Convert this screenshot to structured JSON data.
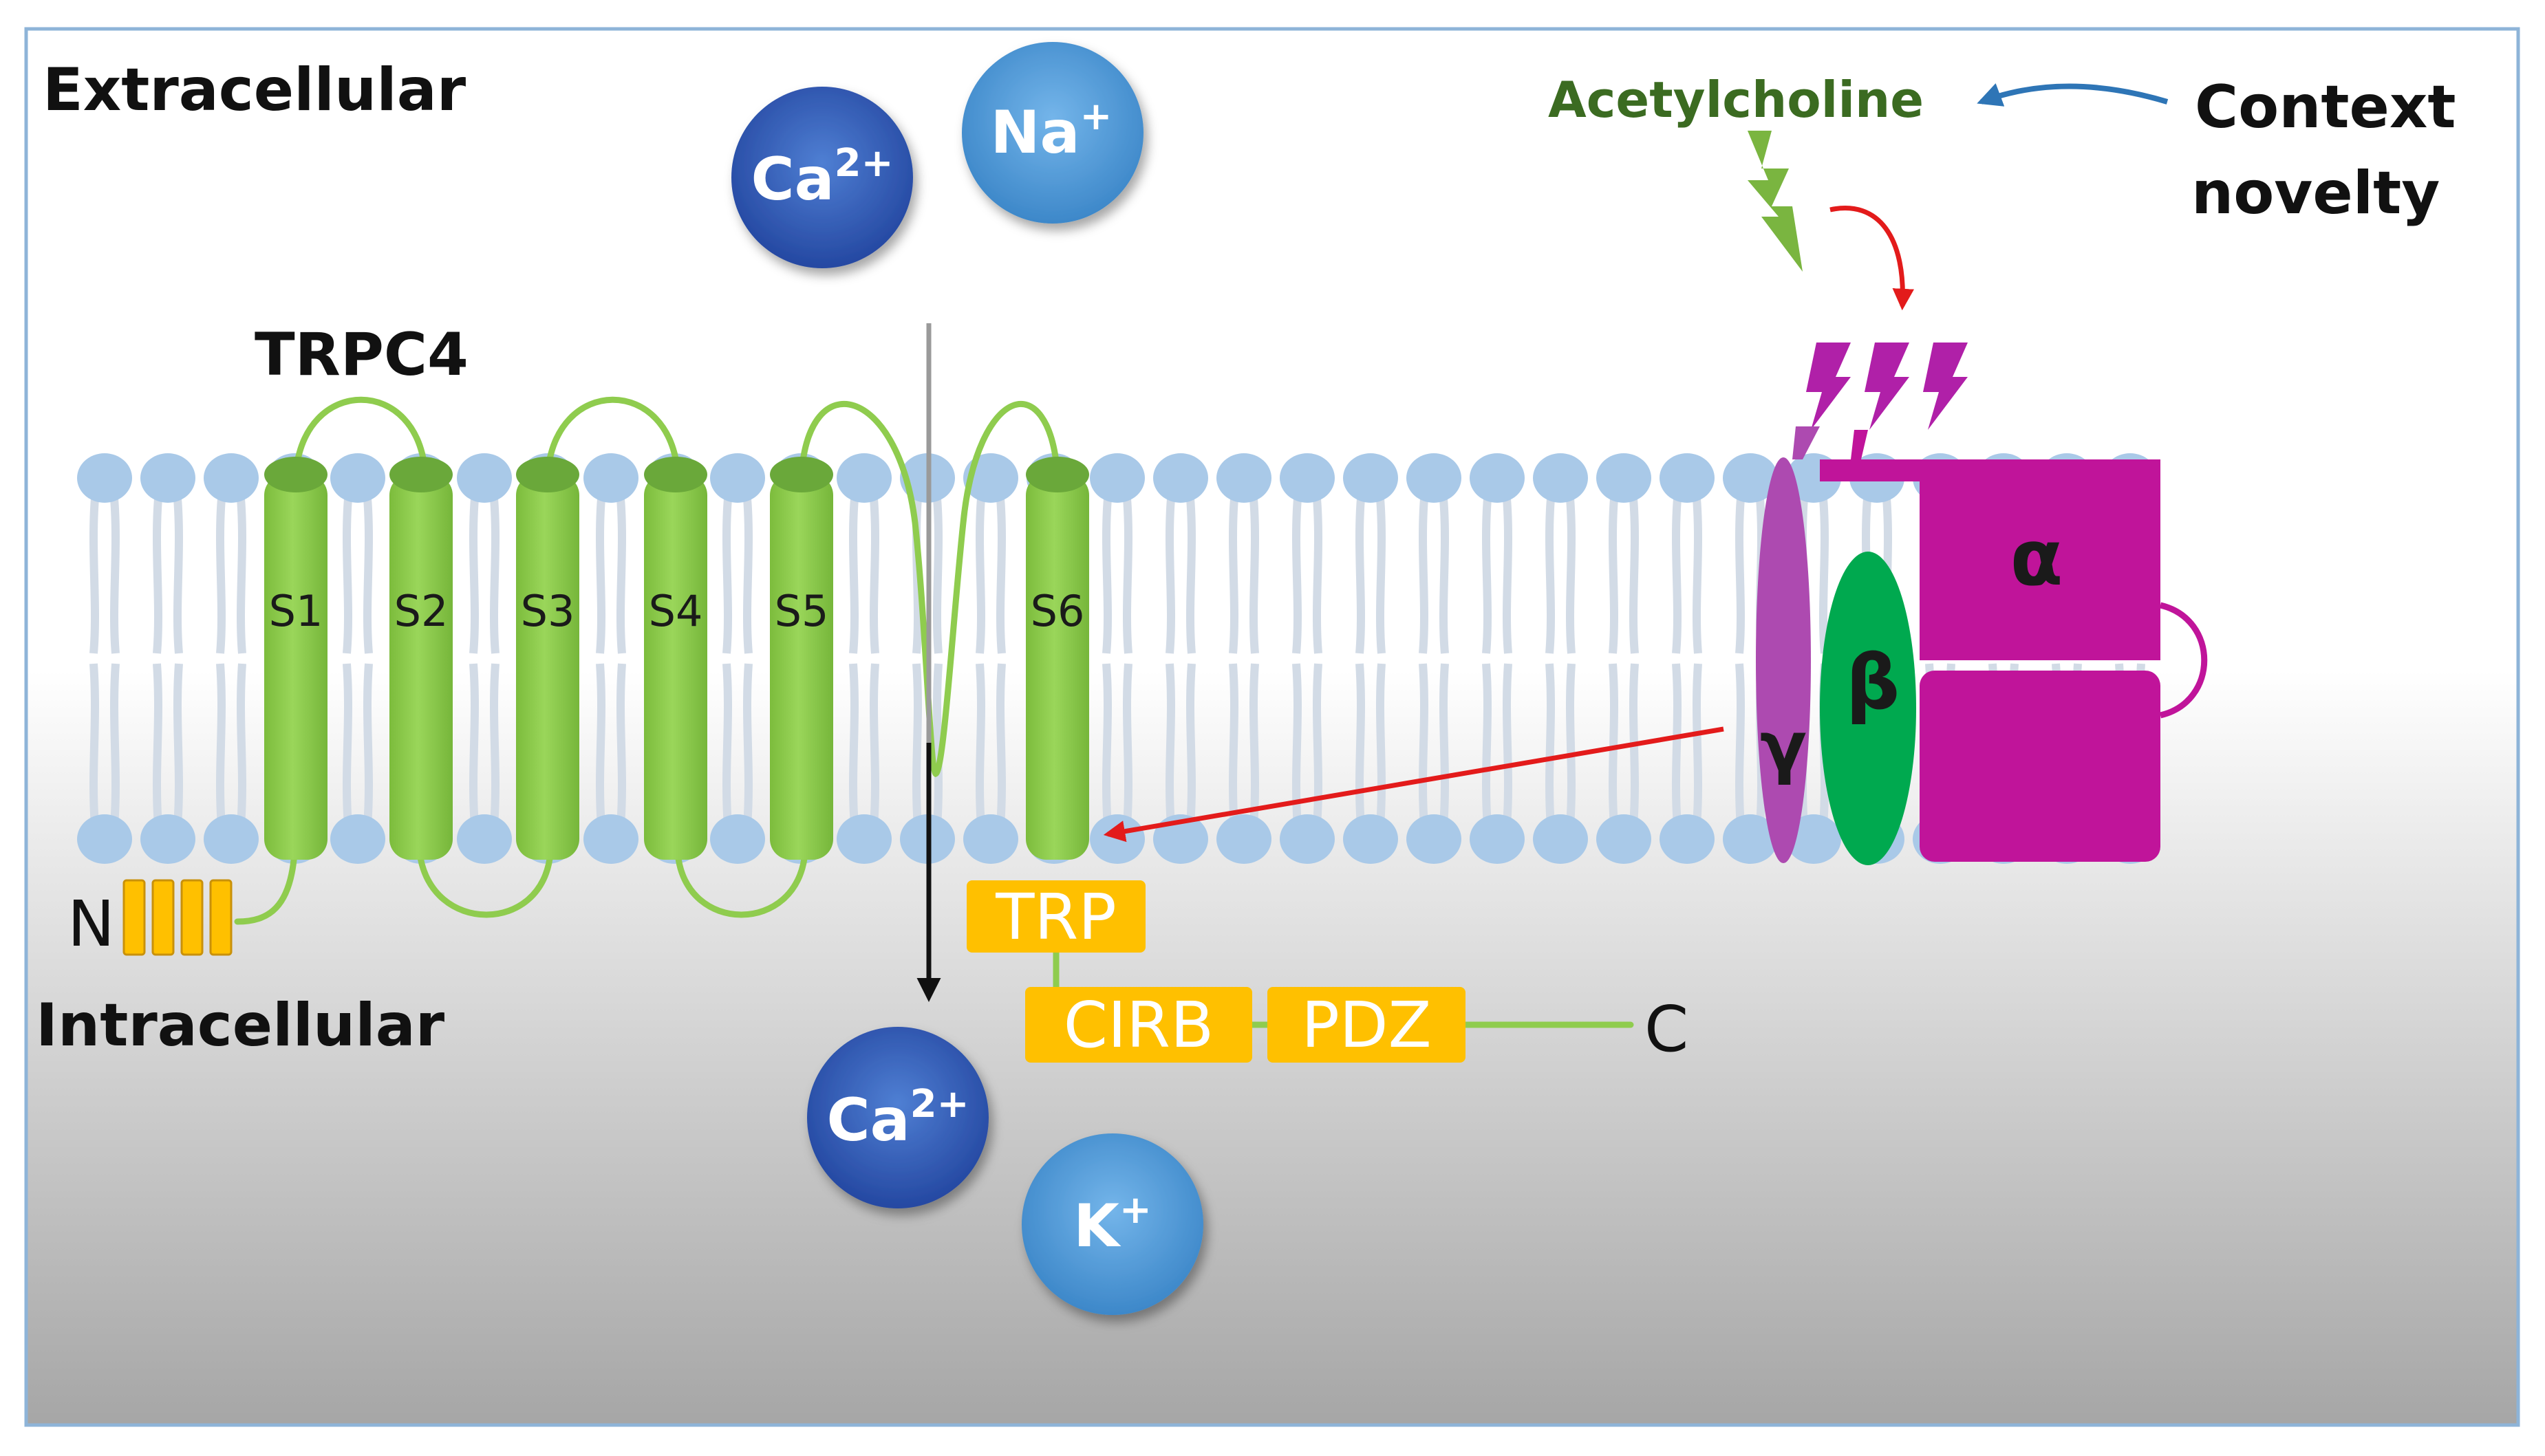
{
  "labels": {
    "extracellular": "Extracellular",
    "intracellular": "Intracellular",
    "channel_name": "TRPC4",
    "acetylcholine": "Acetylcholine",
    "context_line1": "Context",
    "context_line2": "novelty",
    "n_terminus": "N",
    "c_terminus": "C",
    "g_alpha": "α",
    "g_beta": "β",
    "g_gamma": "γ"
  },
  "ions": {
    "extracellular": [
      {
        "symbol": "Ca",
        "charge": "2+"
      },
      {
        "symbol": "Na",
        "charge": "+"
      }
    ],
    "intracellular": [
      {
        "symbol": "Ca",
        "charge": "2+"
      },
      {
        "symbol": "K",
        "charge": "+"
      }
    ]
  },
  "segments": [
    "S1",
    "S2",
    "S3",
    "S4",
    "S5",
    "S6"
  ],
  "domains": {
    "trp": "TRP",
    "cirb": "CIRB",
    "pdz": "PDZ"
  },
  "colors": {
    "helix": "#8fcc4e",
    "helix_cap": "#6aa83a",
    "domain": "#ffc000",
    "lipid_head": "#a9c9e8",
    "lipid_tail": "#d2dbe6",
    "g_alpha": "#c0149a",
    "g_beta": "#00a94f",
    "g_gamma": "#ad4ab0",
    "acetylcholine": "#3b6b21",
    "arrow_red": "#e31b1b",
    "arrow_blue": "#2e75b6",
    "ion_dark": "#2e59b5",
    "ion_light": "#4d9ad6"
  }
}
